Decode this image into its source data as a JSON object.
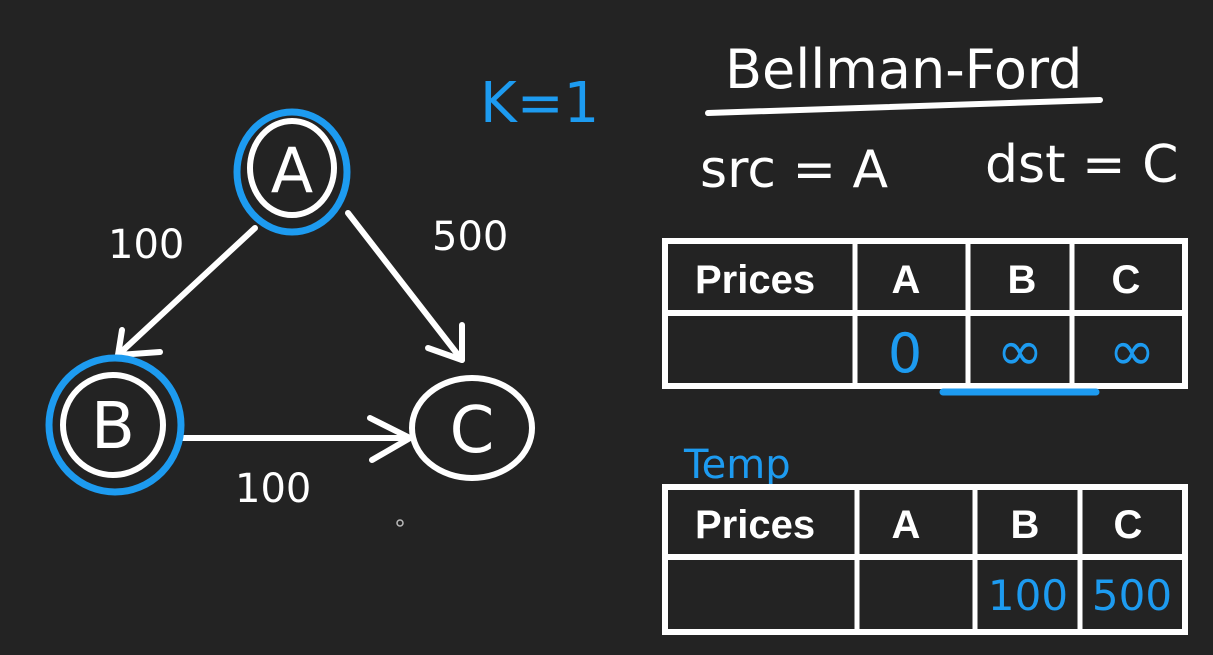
{
  "k_label": "K=1",
  "title": "Bellman-Ford",
  "src_label": "src = A",
  "dst_label": "dst = C",
  "graph": {
    "nodes": [
      "A",
      "B",
      "C"
    ],
    "edges": [
      {
        "from": "A",
        "to": "B",
        "weight": "100"
      },
      {
        "from": "A",
        "to": "C",
        "weight": "500"
      },
      {
        "from": "B",
        "to": "C",
        "weight": "100"
      }
    ]
  },
  "prices_table": {
    "header": [
      "Prices",
      "A",
      "B",
      "C"
    ],
    "values": [
      "",
      "0",
      "∞",
      "∞"
    ]
  },
  "temp_label": "Temp",
  "temp_table": {
    "header": [
      "Prices",
      "A",
      "B",
      "C"
    ],
    "values": [
      "",
      "",
      "100",
      "500"
    ]
  },
  "colors": {
    "background": "#232323",
    "ink": "#ffffff",
    "highlight": "#1d9bf0"
  }
}
